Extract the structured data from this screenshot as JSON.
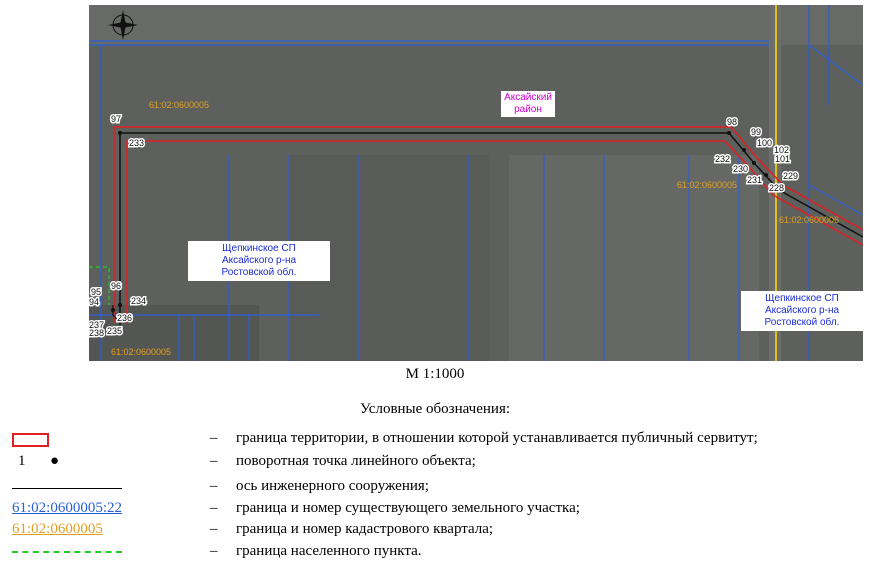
{
  "map": {
    "district_label": "Аксайский\nрайон",
    "settlement_label_left": "Щепкинское СП\nАксайского р-на\nРостовской обл.",
    "settlement_label_right": "Щепкинское СП\nАксайского р-на\nРостовской обл.",
    "cadastral_quarters": [
      "61:02:0600005",
      "61:02:0600005",
      "61:02:0600005",
      "61:02:0600006"
    ],
    "points": [
      "97",
      "233",
      "98",
      "99",
      "100",
      "102",
      "101",
      "232",
      "230",
      "231",
      "229",
      "228",
      "95",
      "96",
      "94",
      "234",
      "236",
      "237",
      "238",
      "235"
    ],
    "colors": {
      "boundary": "#e02020",
      "axis": "#111111",
      "parcel": "#2a5fd8",
      "quarter": "#e0a020",
      "settlement": "#22cc22"
    }
  },
  "scale": "М 1:1000",
  "legend": {
    "title": "Условные обозначения:",
    "items": [
      {
        "symbol": "",
        "dash": "–",
        "text": "граница территории, в отношении которой устанавливается публичный сервитут;"
      },
      {
        "symbol": "1",
        "dash": "–",
        "text": "поворотная точка линейного объекта;"
      },
      {
        "symbol": "",
        "dash": "–",
        "text": "ось инженерного сооружения;"
      },
      {
        "symbol": "61:02:0600005:22",
        "dash": "–",
        "text": "граница и номер существующего земельного участка;"
      },
      {
        "symbol": "61:02:0600005",
        "dash": "–",
        "text": "граница и номер кадастрового квартала;"
      },
      {
        "symbol": "",
        "dash": "–",
        "text": "граница населенного пункта."
      }
    ]
  }
}
